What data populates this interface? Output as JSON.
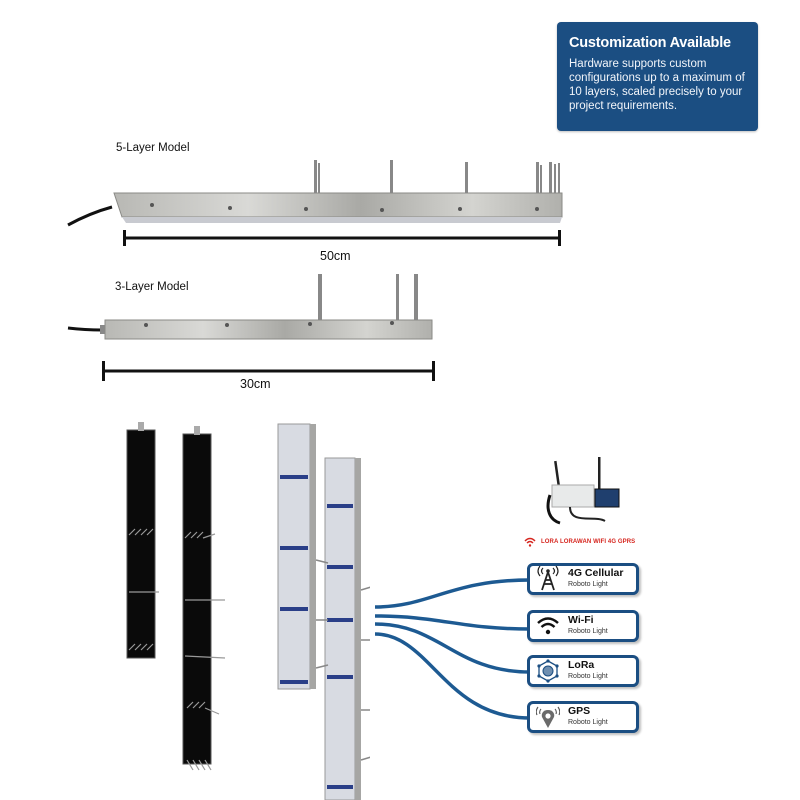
{
  "info_box": {
    "title": "Customization Available",
    "body": "Hardware supports custom configurations up to a maximum of 10 layers, scaled precisely to your project requirements."
  },
  "models": [
    {
      "label": "5-Layer Model",
      "length": "50cm",
      "layers": 5
    },
    {
      "label": "3-Layer Model",
      "length": "30cm",
      "layers": 3
    }
  ],
  "gateway": {
    "banner": "LORA LORAWAN WIFI 4G GPRS"
  },
  "connectivity": [
    {
      "title": "4G Cellular",
      "subtitle": "Roboto Light",
      "icon": "cell-tower-icon"
    },
    {
      "title": "Wi-Fi",
      "subtitle": "Roboto Light",
      "icon": "wifi-icon"
    },
    {
      "title": "LoRa",
      "subtitle": "Roboto Light",
      "icon": "iot-network-icon"
    },
    {
      "title": "GPS",
      "subtitle": "Roboto Light",
      "icon": "location-pin-icon"
    }
  ],
  "colors": {
    "accent": "#1b4e82",
    "banner_red": "#d6261f",
    "cable_blue": "#1d5a92"
  }
}
